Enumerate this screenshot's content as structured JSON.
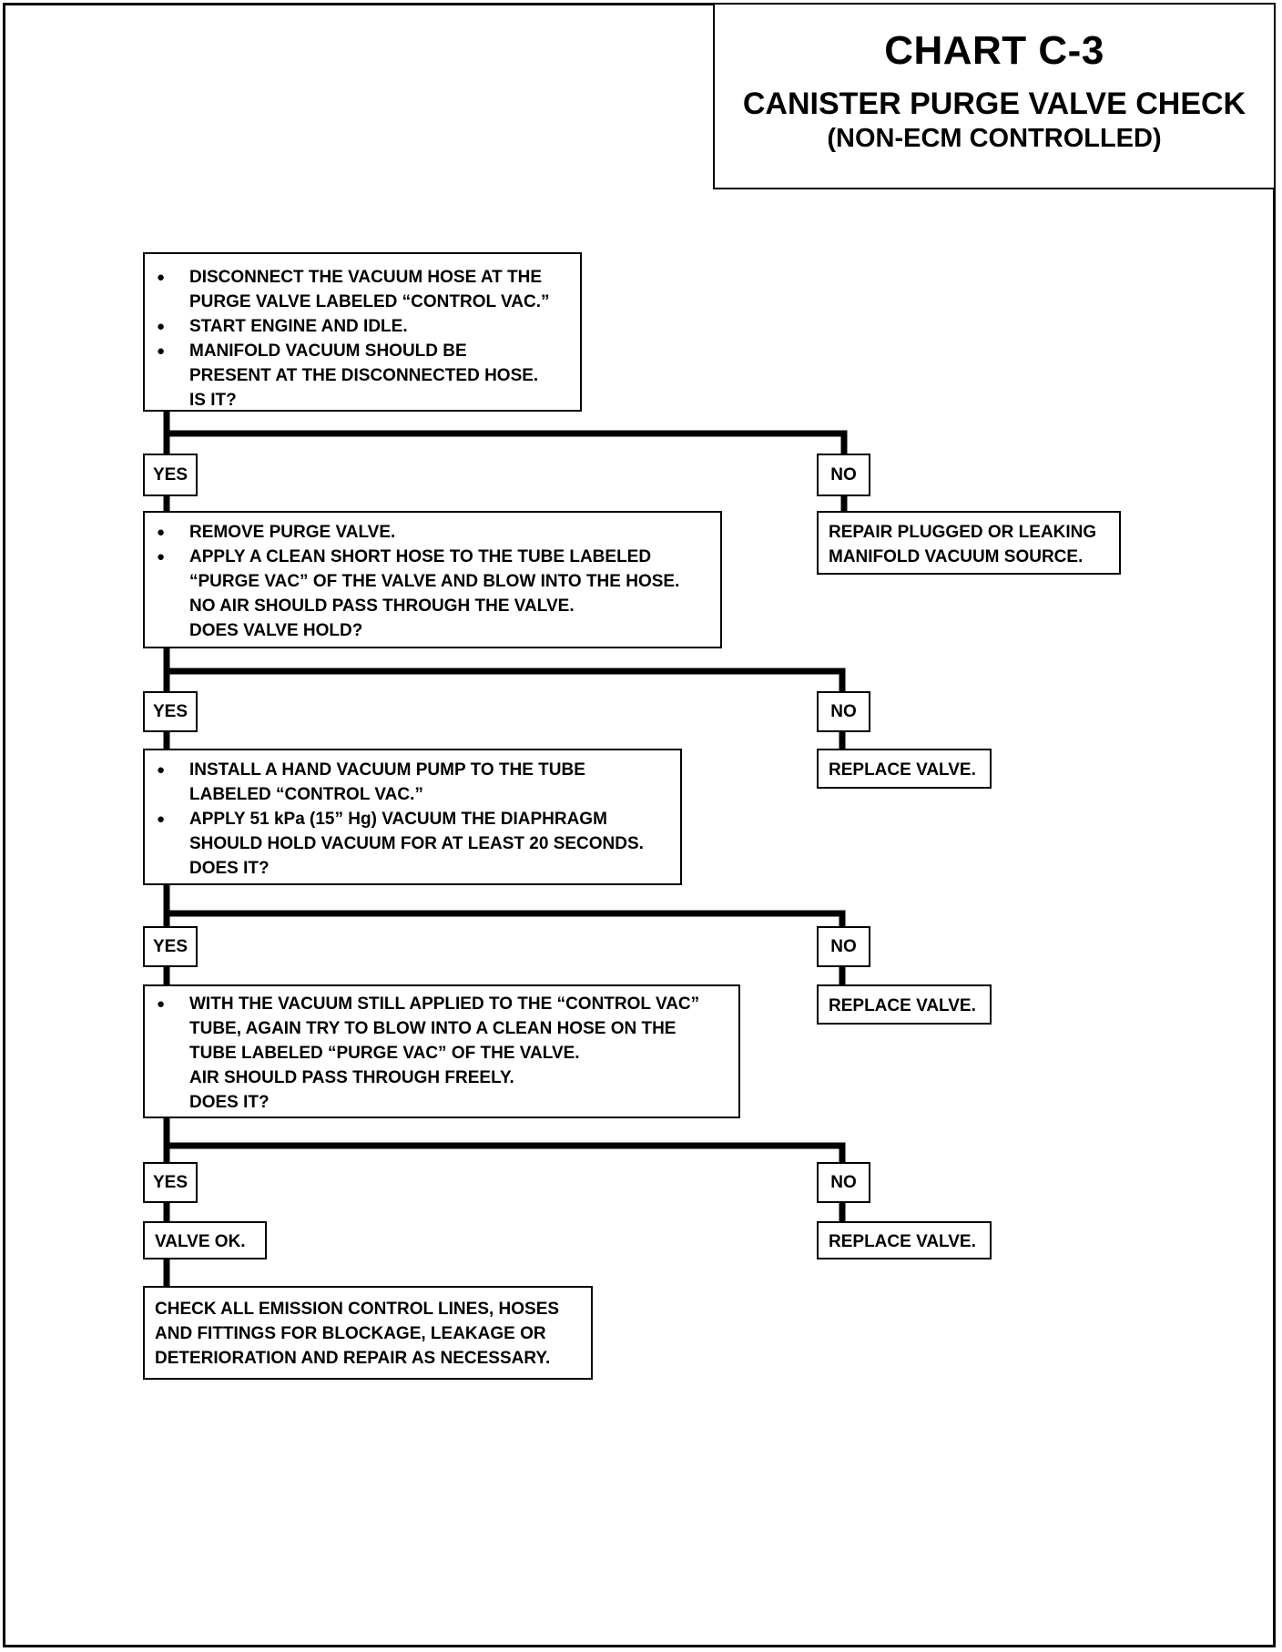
{
  "header": {
    "chart_id": "CHART C-3",
    "title": "CANISTER PURGE VALVE CHECK",
    "subtitle": "(NON-ECM CONTROLLED)"
  },
  "steps": [
    {
      "bullets": [
        "DISCONNECT THE VACUUM HOSE AT THE\nPURGE VALVE LABELED “CONTROL VAC.”",
        "START ENGINE AND IDLE.",
        "MANIFOLD VACUUM SHOULD BE\nPRESENT AT THE DISCONNECTED HOSE.\nIS IT?"
      ]
    },
    {
      "bullets": [
        "REMOVE PURGE VALVE.",
        "APPLY A CLEAN SHORT HOSE TO THE TUBE LABELED\n“PURGE VAC” OF THE VALVE AND BLOW INTO THE HOSE.\nNO AIR SHOULD PASS THROUGH THE VALVE.\nDOES VALVE HOLD?"
      ]
    },
    {
      "bullets": [
        "INSTALL A HAND VACUUM PUMP TO THE TUBE\nLABELED “CONTROL VAC.”",
        "APPLY 51 kPa (15” Hg) VACUUM THE DIAPHRAGM\nSHOULD HOLD VACUUM FOR AT LEAST 20 SECONDS.\nDOES IT?"
      ]
    },
    {
      "bullets": [
        "WITH THE VACUUM STILL APPLIED TO THE “CONTROL VAC”\nTUBE, AGAIN TRY TO BLOW INTO A CLEAN HOSE ON THE\nTUBE LABELED “PURGE VAC” OF THE VALVE.\nAIR SHOULD PASS THROUGH FREELY.\nDOES IT?"
      ]
    }
  ],
  "labels": {
    "yes": "YES",
    "no": "NO"
  },
  "no_results": [
    "REPAIR PLUGGED OR LEAKING\nMANIFOLD VACUUM SOURCE.",
    "REPLACE VALVE.",
    "REPLACE VALVE.",
    "REPLACE VALVE."
  ],
  "final": {
    "ok": "VALVE OK.",
    "note": "CHECK ALL EMISSION CONTROL LINES, HOSES\nAND FITTINGS FOR BLOCKAGE, LEAKAGE OR\nDETERIORATION AND REPAIR AS NECESSARY."
  }
}
